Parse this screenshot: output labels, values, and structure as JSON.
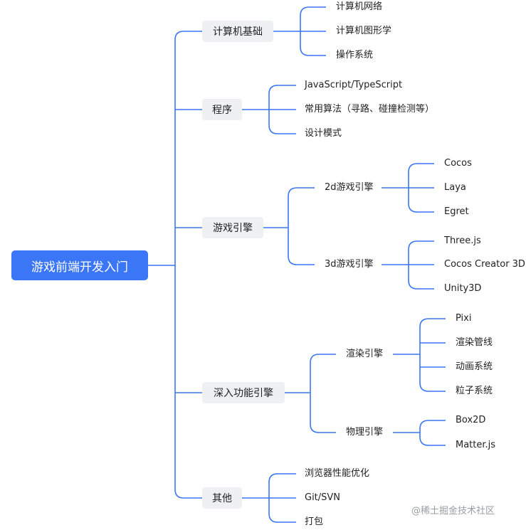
{
  "root": "游戏前端开发入门",
  "branches": {
    "cs": {
      "label": "计算机基础",
      "items": [
        "计算机网络",
        "计算机图形学",
        "操作系统"
      ]
    },
    "prog": {
      "label": "程序",
      "items": [
        "JavaScript/TypeScript",
        "常用算法（寻路、碰撞检测等）",
        "设计模式"
      ]
    },
    "engine": {
      "label": "游戏引擎",
      "sub2d": {
        "label": "2d游戏引擎",
        "items": [
          "Cocos",
          "Laya",
          "Egret"
        ]
      },
      "sub3d": {
        "label": "3d游戏引擎",
        "items": [
          "Three.js",
          "Cocos Creator 3D",
          "Unity3D"
        ]
      }
    },
    "deep": {
      "label": "深入功能引擎",
      "render": {
        "label": "渲染引擎",
        "items": [
          "Pixi",
          "渲染管线",
          "动画系统",
          "粒子系统"
        ]
      },
      "physics": {
        "label": "物理引擎",
        "items": [
          "Box2D",
          "Matter.js"
        ]
      }
    },
    "other": {
      "label": "其他",
      "items": [
        "浏览器性能优化",
        "Git/SVN",
        "打包"
      ]
    }
  },
  "watermark": "@稀土掘金技术社区",
  "colors": {
    "root_fill": "#3a76f5",
    "branch_fill": "#eff0f2",
    "connector": "#3a76f5"
  }
}
